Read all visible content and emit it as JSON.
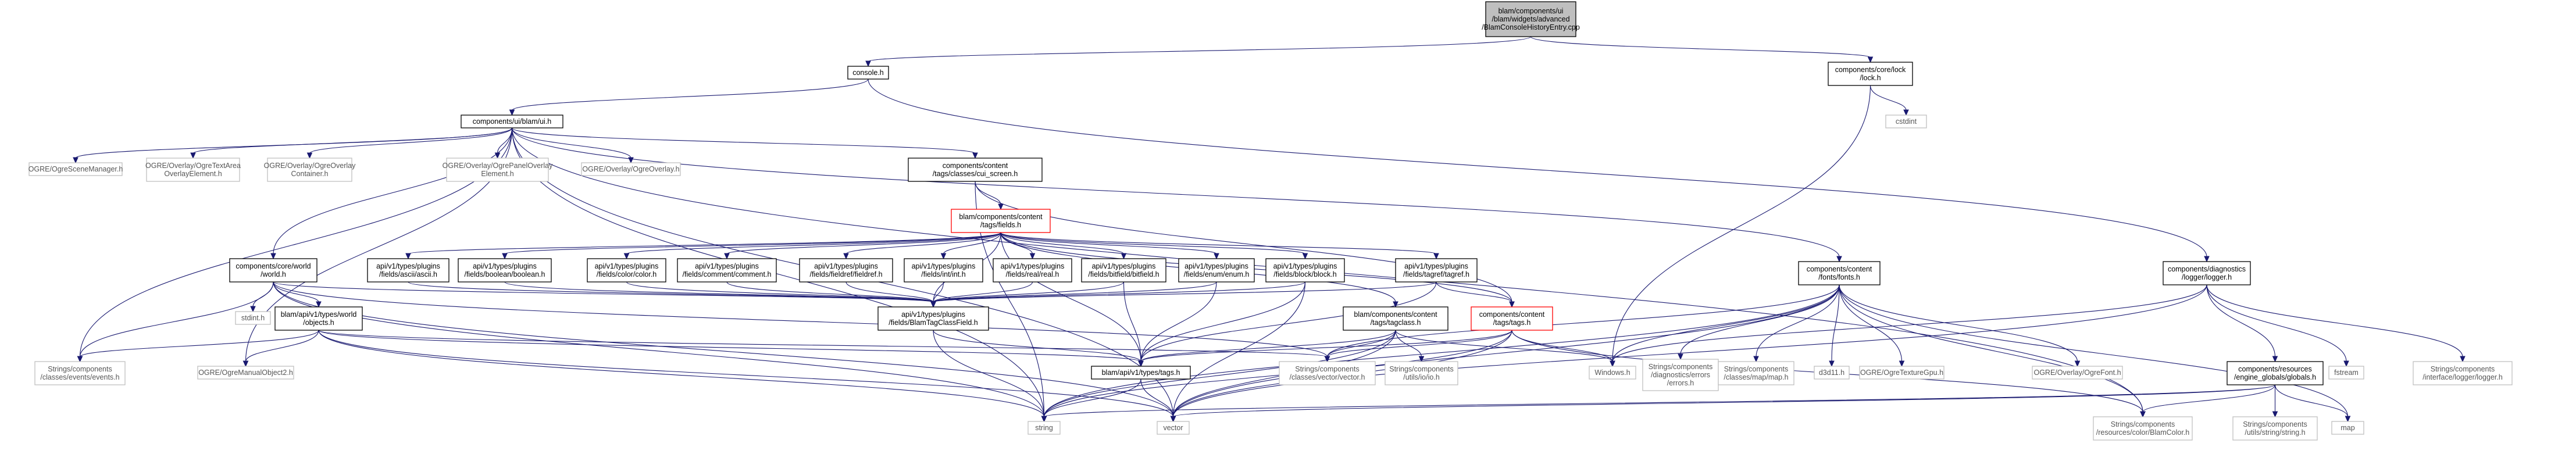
{
  "diagram": {
    "nodes": [
      {
        "id": "n0",
        "lines": [
          "blam/components/ui",
          "/blam/widgets/advanced",
          "/BlamConsoleHistoryEntry.cpp"
        ],
        "style": "root"
      },
      {
        "id": "n1",
        "lines": [
          "console.h"
        ],
        "style": "normal"
      },
      {
        "id": "n2",
        "lines": [
          "components/core/lock",
          "/lock.h"
        ],
        "style": "normal"
      },
      {
        "id": "n3",
        "lines": [
          "cstdint"
        ],
        "style": "ghost"
      },
      {
        "id": "n4",
        "lines": [
          "components/ui/blam/ui.h"
        ],
        "style": "normal"
      },
      {
        "id": "n5",
        "lines": [
          "OGRE/OgreSceneManager.h"
        ],
        "style": "ghost"
      },
      {
        "id": "n6",
        "lines": [
          "OGRE/Overlay/OgreTextArea",
          "OverlayElement.h"
        ],
        "style": "ghost"
      },
      {
        "id": "n7",
        "lines": [
          "OGRE/Overlay/OgreOverlay",
          "Container.h"
        ],
        "style": "ghost"
      },
      {
        "id": "n8",
        "lines": [
          "OGRE/Overlay/OgrePanelOverlay",
          "Element.h"
        ],
        "style": "ghost"
      },
      {
        "id": "n9",
        "lines": [
          "OGRE/Overlay/OgreOverlay.h"
        ],
        "style": "ghost"
      },
      {
        "id": "n10",
        "lines": [
          "components/content",
          "/tags/classes/cui_screen.h"
        ],
        "style": "normal"
      },
      {
        "id": "n11",
        "lines": [
          "blam/components/content",
          "/tags/fields.h"
        ],
        "style": "highlight"
      },
      {
        "id": "n12",
        "lines": [
          "components/core/world",
          "/world.h"
        ],
        "style": "normal"
      },
      {
        "id": "n13",
        "lines": [
          "api/v1/types/plugins",
          "/fields/ascii/ascii.h"
        ],
        "style": "normal"
      },
      {
        "id": "n14",
        "lines": [
          "api/v1/types/plugins",
          "/fields/boolean/boolean.h"
        ],
        "style": "normal"
      },
      {
        "id": "n15",
        "lines": [
          "api/v1/types/plugins",
          "/fields/color/color.h"
        ],
        "style": "normal"
      },
      {
        "id": "n16",
        "lines": [
          "api/v1/types/plugins",
          "/fields/comment/comment.h"
        ],
        "style": "normal"
      },
      {
        "id": "n17",
        "lines": [
          "api/v1/types/plugins",
          "/fields/fieldref/fieldref.h"
        ],
        "style": "normal"
      },
      {
        "id": "n18",
        "lines": [
          "api/v1/types/plugins",
          "/fields/int/int.h"
        ],
        "style": "normal"
      },
      {
        "id": "n19",
        "lines": [
          "api/v1/types/plugins",
          "/fields/real/real.h"
        ],
        "style": "normal"
      },
      {
        "id": "n20",
        "lines": [
          "api/v1/types/plugins",
          "/fields/bitfield/bitfield.h"
        ],
        "style": "normal"
      },
      {
        "id": "n21",
        "lines": [
          "api/v1/types/plugins",
          "/fields/enum/enum.h"
        ],
        "style": "normal"
      },
      {
        "id": "n22",
        "lines": [
          "api/v1/types/plugins",
          "/fields/block/block.h"
        ],
        "style": "normal"
      },
      {
        "id": "n23",
        "lines": [
          "api/v1/types/plugins",
          "/fields/tagref/tagref.h"
        ],
        "style": "normal"
      },
      {
        "id": "n24",
        "lines": [
          "components/content",
          "/fonts/fonts.h"
        ],
        "style": "normal"
      },
      {
        "id": "n25",
        "lines": [
          "components/diagnostics",
          "/logger/logger.h"
        ],
        "style": "normal"
      },
      {
        "id": "n26",
        "lines": [
          "stdint.h"
        ],
        "style": "ghost"
      },
      {
        "id": "n27",
        "lines": [
          "blam/api/v1/types/world",
          "/objects.h"
        ],
        "style": "normal"
      },
      {
        "id": "n28",
        "lines": [
          "api/v1/types/plugins",
          "/fields/BlamTagClassField.h"
        ],
        "style": "normal"
      },
      {
        "id": "n29",
        "lines": [
          "blam/components/content",
          "/tags/tagclass.h"
        ],
        "style": "normal"
      },
      {
        "id": "n30",
        "lines": [
          "components/content",
          "/tags/tags.h"
        ],
        "style": "highlight"
      },
      {
        "id": "n31",
        "lines": [
          "Strings/components",
          "/classes/events/events.h"
        ],
        "style": "ghost"
      },
      {
        "id": "n32",
        "lines": [
          "OGRE/OgreManualObject2.h"
        ],
        "style": "ghost"
      },
      {
        "id": "n33",
        "lines": [
          "blam/api/v1/types/tags.h"
        ],
        "style": "normal"
      },
      {
        "id": "n34",
        "lines": [
          "Strings/components",
          "/classes/vector/vector.h"
        ],
        "style": "ghost"
      },
      {
        "id": "n35",
        "lines": [
          "Strings/components",
          "/utils/io/io.h"
        ],
        "style": "ghost"
      },
      {
        "id": "n36",
        "lines": [
          "Windows.h"
        ],
        "style": "ghost"
      },
      {
        "id": "n37",
        "lines": [
          "Strings/components",
          "/diagnostics/errors",
          "/errors.h"
        ],
        "style": "ghost"
      },
      {
        "id": "n38",
        "lines": [
          "Strings/components",
          "/classes/map/map.h"
        ],
        "style": "ghost"
      },
      {
        "id": "n39",
        "lines": [
          "d3d11.h"
        ],
        "style": "ghost"
      },
      {
        "id": "n40",
        "lines": [
          "OGRE/OgreTextureGpu.h"
        ],
        "style": "ghost"
      },
      {
        "id": "n41",
        "lines": [
          "OGRE/Overlay/OgreFont.h"
        ],
        "style": "ghost"
      },
      {
        "id": "n42",
        "lines": [
          "components/resources",
          "/engine_globals/globals.h"
        ],
        "style": "normal"
      },
      {
        "id": "n43",
        "lines": [
          "fstream"
        ],
        "style": "ghost"
      },
      {
        "id": "n44",
        "lines": [
          "Strings/components",
          "/interface/logger/logger.h"
        ],
        "style": "ghost"
      },
      {
        "id": "n45",
        "lines": [
          "string"
        ],
        "style": "ghost"
      },
      {
        "id": "n46",
        "lines": [
          "vector"
        ],
        "style": "ghost"
      },
      {
        "id": "n47",
        "lines": [
          "Strings/components",
          "/resources/color/BlamColor.h"
        ],
        "style": "ghost"
      },
      {
        "id": "n48",
        "lines": [
          "Strings/components",
          "/utils/string/string.h"
        ],
        "style": "ghost"
      },
      {
        "id": "n49",
        "lines": [
          "map"
        ],
        "style": "ghost"
      }
    ],
    "edges": [
      [
        "n0",
        "n1"
      ],
      [
        "n0",
        "n2"
      ],
      [
        "n2",
        "n3"
      ],
      [
        "n2",
        "n36"
      ],
      [
        "n1",
        "n4"
      ],
      [
        "n1",
        "n25"
      ],
      [
        "n4",
        "n5"
      ],
      [
        "n4",
        "n6"
      ],
      [
        "n4",
        "n7"
      ],
      [
        "n4",
        "n8"
      ],
      [
        "n4",
        "n9"
      ],
      [
        "n4",
        "n10"
      ],
      [
        "n4",
        "n12"
      ],
      [
        "n4",
        "n24"
      ],
      [
        "n4",
        "n31"
      ],
      [
        "n4",
        "n32"
      ],
      [
        "n4",
        "n45"
      ],
      [
        "n4",
        "n46"
      ],
      [
        "n4",
        "n47"
      ],
      [
        "n10",
        "n11"
      ],
      [
        "n10",
        "n30"
      ],
      [
        "n10",
        "n45"
      ],
      [
        "n11",
        "n13"
      ],
      [
        "n11",
        "n14"
      ],
      [
        "n11",
        "n15"
      ],
      [
        "n11",
        "n16"
      ],
      [
        "n11",
        "n17"
      ],
      [
        "n11",
        "n18"
      ],
      [
        "n11",
        "n19"
      ],
      [
        "n11",
        "n20"
      ],
      [
        "n11",
        "n21"
      ],
      [
        "n11",
        "n22"
      ],
      [
        "n11",
        "n23"
      ],
      [
        "n11",
        "n28"
      ],
      [
        "n11",
        "n29"
      ],
      [
        "n11",
        "n30"
      ],
      [
        "n11",
        "n33"
      ],
      [
        "n12",
        "n26"
      ],
      [
        "n12",
        "n27"
      ],
      [
        "n12",
        "n31"
      ],
      [
        "n12",
        "n28"
      ],
      [
        "n12",
        "n34"
      ],
      [
        "n12",
        "n45"
      ],
      [
        "n12",
        "n46"
      ],
      [
        "n13",
        "n28"
      ],
      [
        "n14",
        "n28"
      ],
      [
        "n15",
        "n28"
      ],
      [
        "n16",
        "n28"
      ],
      [
        "n17",
        "n28"
      ],
      [
        "n18",
        "n28"
      ],
      [
        "n19",
        "n28"
      ],
      [
        "n20",
        "n28"
      ],
      [
        "n21",
        "n28"
      ],
      [
        "n22",
        "n28"
      ],
      [
        "n22",
        "n46"
      ],
      [
        "n22",
        "n33"
      ],
      [
        "n23",
        "n28"
      ],
      [
        "n23",
        "n33"
      ],
      [
        "n23",
        "n30"
      ],
      [
        "n20",
        "n33"
      ],
      [
        "n21",
        "n33"
      ],
      [
        "n27",
        "n31"
      ],
      [
        "n27",
        "n32"
      ],
      [
        "n27",
        "n33"
      ],
      [
        "n27",
        "n34"
      ],
      [
        "n27",
        "n45"
      ],
      [
        "n27",
        "n46"
      ],
      [
        "n28",
        "n33"
      ],
      [
        "n28",
        "n45"
      ],
      [
        "n29",
        "n33"
      ],
      [
        "n29",
        "n34"
      ],
      [
        "n29",
        "n35"
      ],
      [
        "n29",
        "n36"
      ],
      [
        "n29",
        "n45"
      ],
      [
        "n29",
        "n46"
      ],
      [
        "n30",
        "n33"
      ],
      [
        "n30",
        "n34"
      ],
      [
        "n30",
        "n36"
      ],
      [
        "n30",
        "n45"
      ],
      [
        "n30",
        "n46"
      ],
      [
        "n30",
        "n47"
      ],
      [
        "n33",
        "n45"
      ],
      [
        "n33",
        "n46"
      ],
      [
        "n24",
        "n34"
      ],
      [
        "n24",
        "n36"
      ],
      [
        "n24",
        "n37"
      ],
      [
        "n24",
        "n38"
      ],
      [
        "n24",
        "n39"
      ],
      [
        "n24",
        "n40"
      ],
      [
        "n24",
        "n41"
      ],
      [
        "n24",
        "n45"
      ],
      [
        "n24",
        "n46"
      ],
      [
        "n24",
        "n47"
      ],
      [
        "n24",
        "n49"
      ],
      [
        "n25",
        "n36"
      ],
      [
        "n25",
        "n42"
      ],
      [
        "n25",
        "n43"
      ],
      [
        "n25",
        "n44"
      ],
      [
        "n25",
        "n46"
      ],
      [
        "n42",
        "n45"
      ],
      [
        "n42",
        "n46"
      ],
      [
        "n42",
        "n47"
      ],
      [
        "n42",
        "n48"
      ],
      [
        "n42",
        "n49"
      ]
    ]
  }
}
